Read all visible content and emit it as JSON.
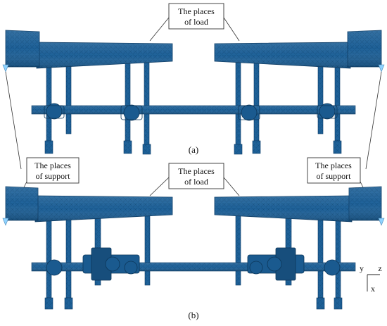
{
  "colors": {
    "mesh_body": "#1d5f96",
    "mesh_line": "#0e3d66",
    "mesh_dark": "#174e7c",
    "support_marker": "#8fd3ff",
    "callout_box": "#ffffff",
    "callout_stroke": "#333333",
    "background": "#ffffff"
  },
  "panel_a": {
    "caption": "(a)",
    "label_load_line1": "The places",
    "label_load_line2": "of load"
  },
  "panel_b": {
    "caption": "(b)",
    "label_support_left_line1": "The places",
    "label_support_left_line2": "of support",
    "label_load_line1": "The places",
    "label_load_line2": "of load",
    "label_support_right_line1": "The places",
    "label_support_right_line2": "of support"
  },
  "axes_triad": {
    "y": "y",
    "z": "z",
    "x": "x"
  }
}
